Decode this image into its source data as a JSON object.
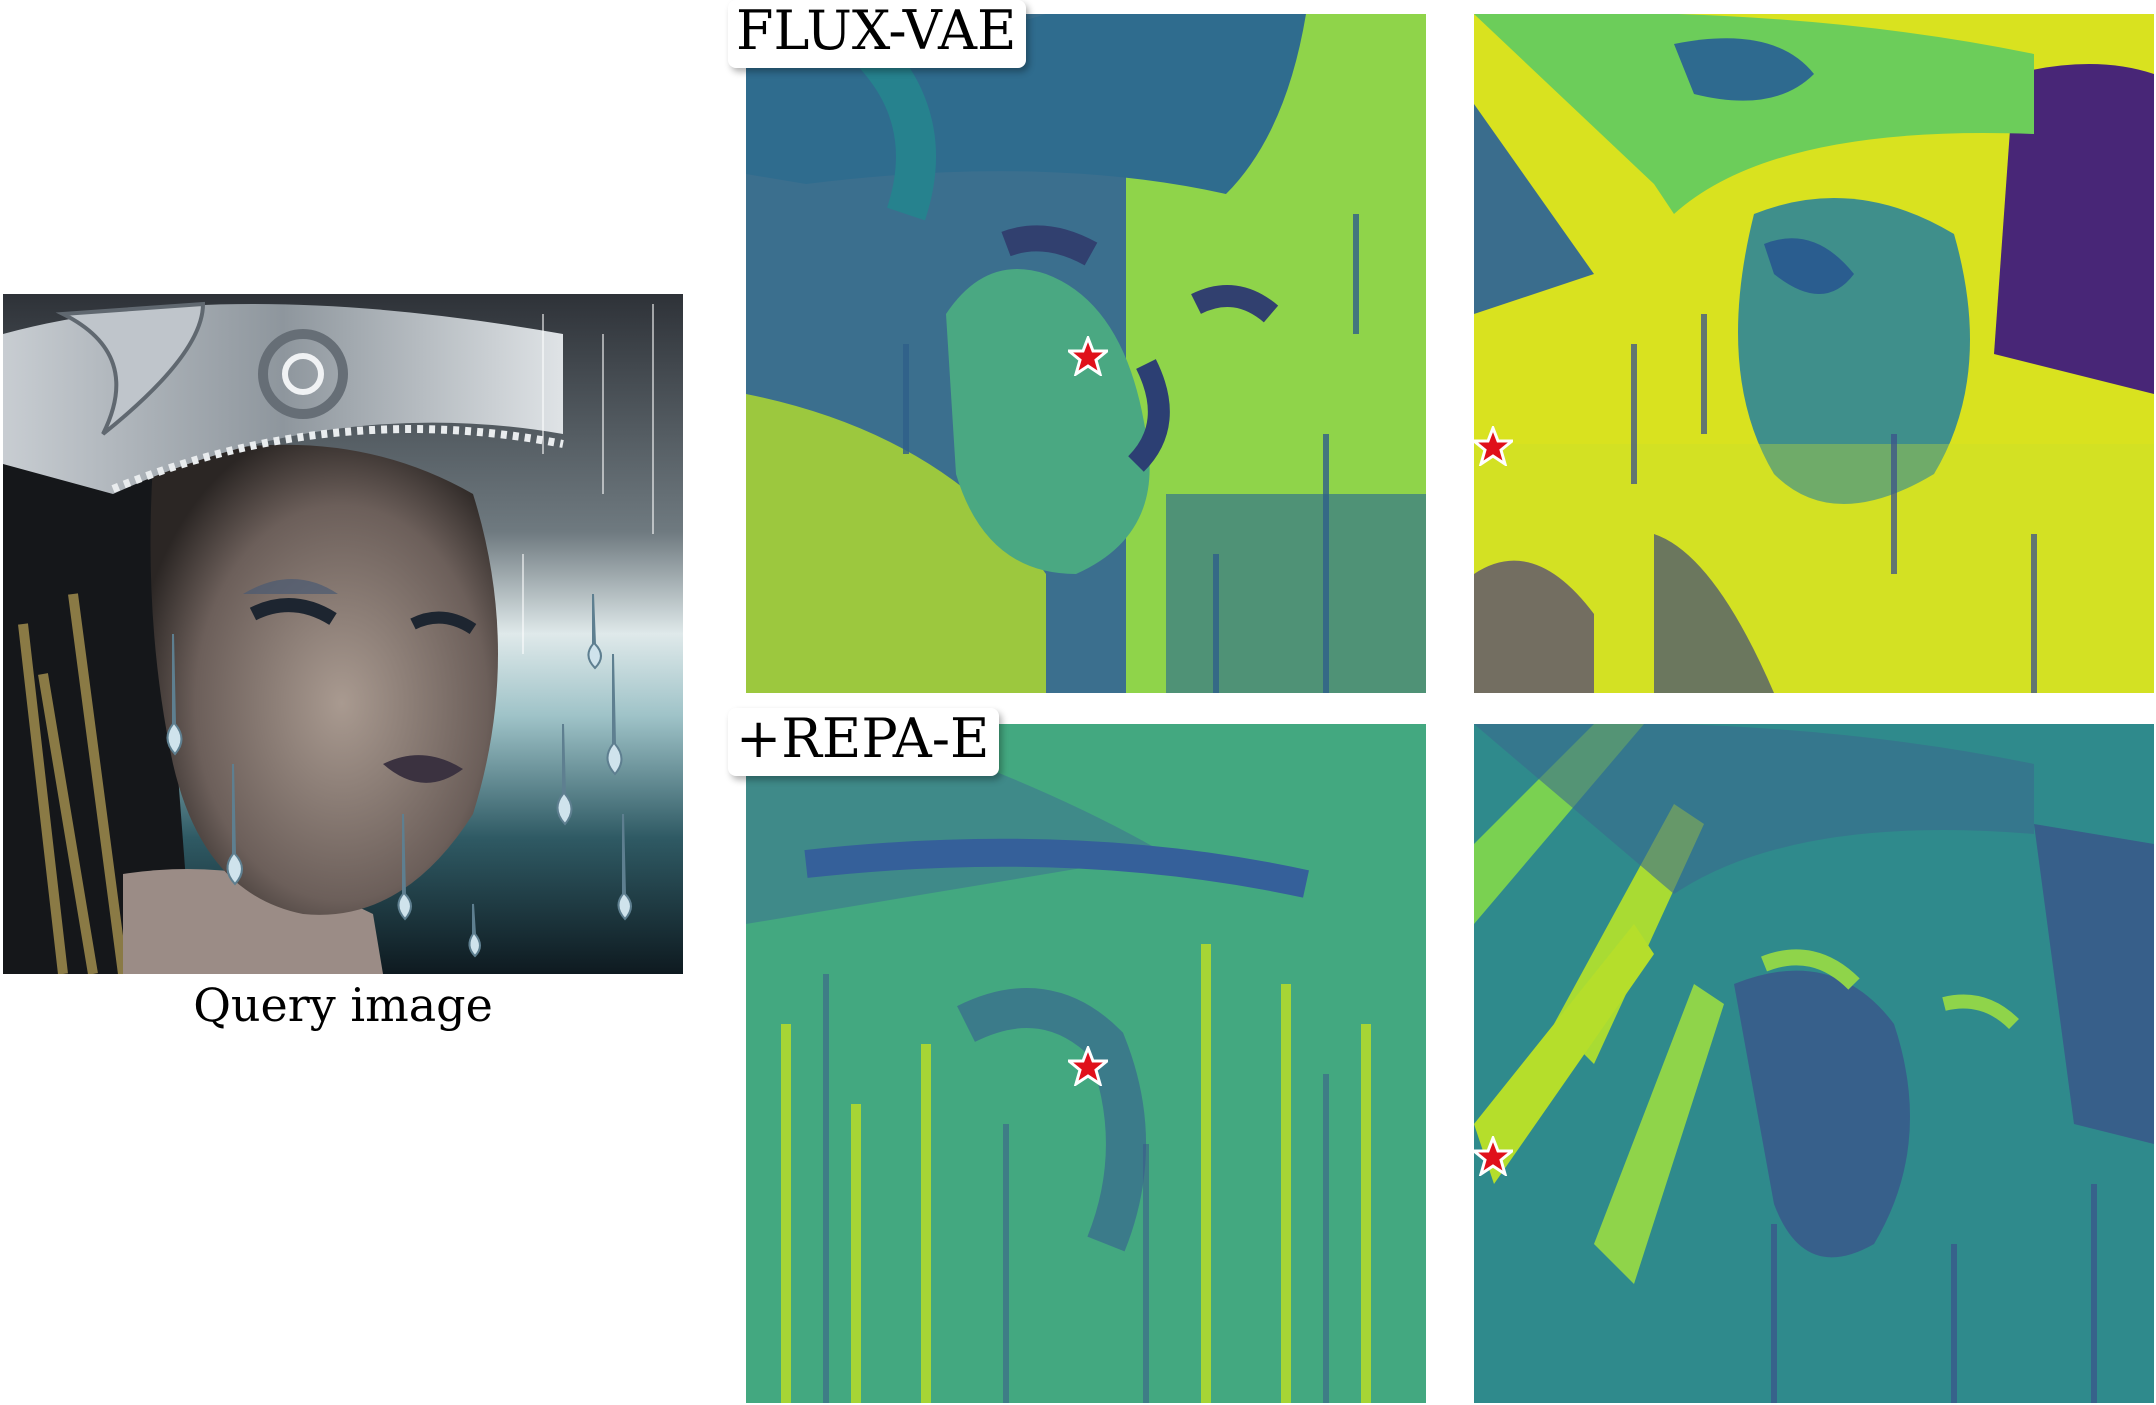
{
  "query_caption": "Query image",
  "rows": [
    {
      "label": "FLUX-VAE"
    },
    {
      "label": "+REPA-E"
    }
  ],
  "colormap": [
    "#440154",
    "#3b528b",
    "#21918c",
    "#5ec962",
    "#fde725"
  ],
  "star_color": "#e0101a",
  "icons": {
    "query_marker": "star-icon"
  }
}
